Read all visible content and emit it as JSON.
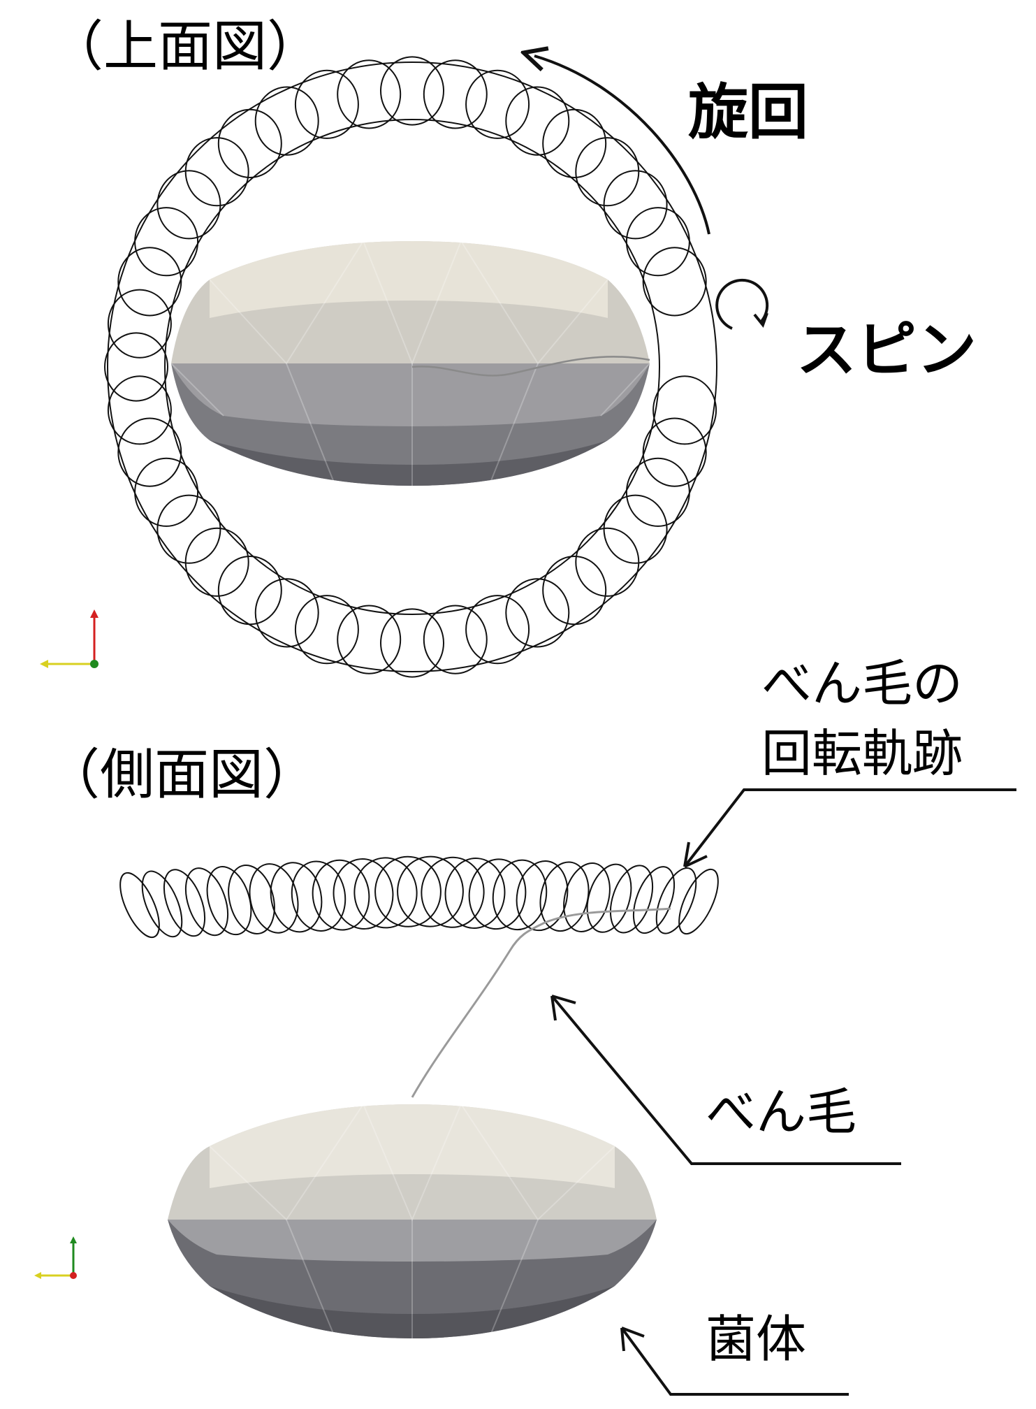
{
  "labels": {
    "top_view": "（上面図）",
    "side_view": "（側面図）",
    "orbit": "旋回",
    "spin": "スピン",
    "trajectory_line1": "べん毛の",
    "trajectory_line2": "回転軌跡",
    "flagellum": "べん毛",
    "cell_body": "菌体"
  },
  "colors": {
    "line": "#111111",
    "body_light": "#e8e5dc",
    "body_mid": "#b9b8b3",
    "body_dark": "#5e5e64",
    "flagellum": "#9a9a9a",
    "axis_red": "#d42020",
    "axis_green": "#1f8a1f",
    "axis_yellow": "#d8d020"
  }
}
